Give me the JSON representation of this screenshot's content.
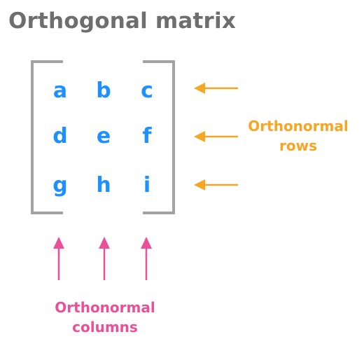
{
  "title": "Orthogonal matrix",
  "matrix": {
    "rows": [
      [
        "a",
        "b",
        "c"
      ],
      [
        "d",
        "e",
        "f"
      ],
      [
        "g",
        "h",
        "i"
      ]
    ]
  },
  "rows_label": {
    "line1": "Orthonormal",
    "line2": "rows"
  },
  "columns_label": {
    "line1": "Orthonormal",
    "line2": "columns"
  },
  "colors": {
    "title": "#6e6e6e",
    "bracket": "#a3a3a3",
    "entries": "#1e90ff",
    "rows_arrow": "#f5a623",
    "columns_arrow": "#ea4f98"
  }
}
